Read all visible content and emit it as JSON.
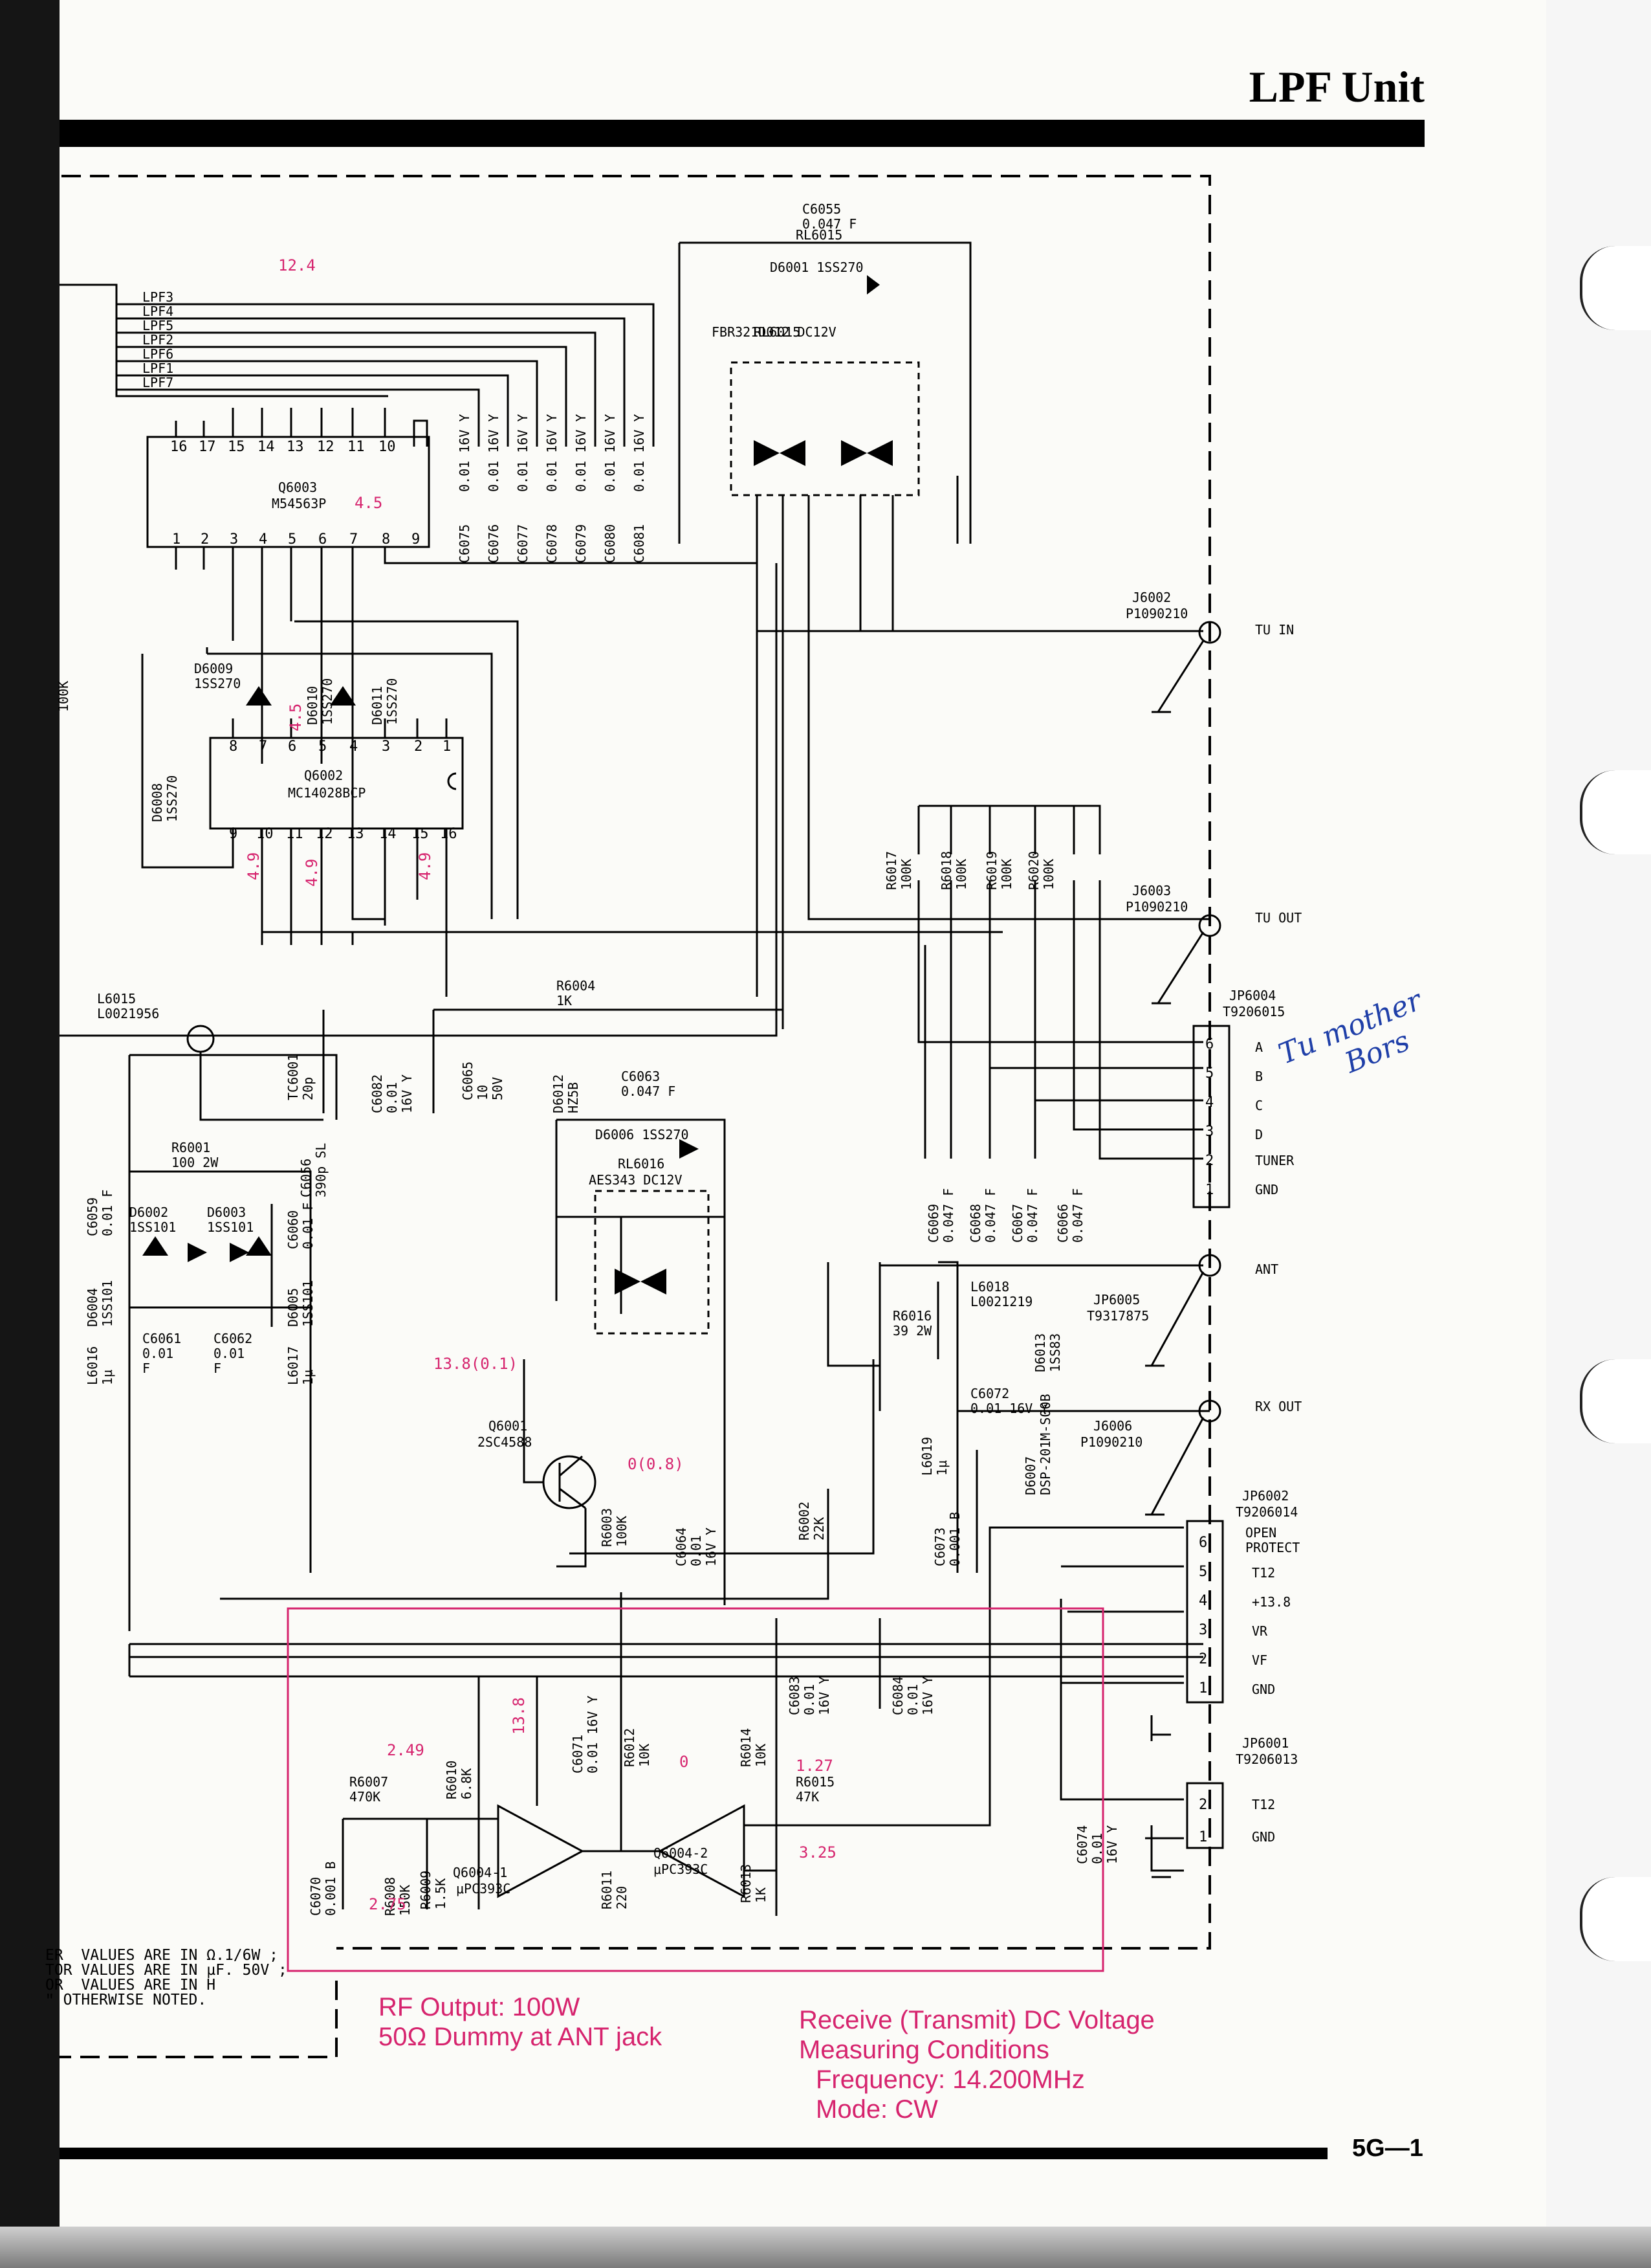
{
  "header": {
    "title": "LPF Unit",
    "page_number": "5G—1"
  },
  "lpf_bus": [
    "LPF3",
    "LPF4",
    "LPF5",
    "LPF2",
    "LPF6",
    "LPF1",
    "LPF7"
  ],
  "ics": {
    "q6003": {
      "ref": "Q6003",
      "part": "M54563P"
    },
    "q6002": {
      "ref": "Q6002",
      "part": "MC14028BCP"
    },
    "q6004_1": {
      "ref": "Q6004-1",
      "part": "μPC393C"
    },
    "q6004_2": {
      "ref": "Q6004-2",
      "part": "μPC393C"
    },
    "q6001": {
      "ref": "Q6001",
      "part": "2SC4588"
    }
  },
  "decoupling_caps": [
    "C6075",
    "C6076",
    "C6077",
    "C6078",
    "C6079",
    "C6080",
    "C6081"
  ],
  "decoupling_value": "0.01 16V Y",
  "relays": {
    "rl6015": {
      "ref": "RL6015",
      "part": "FBR321D012 DC12V"
    },
    "rl6016": {
      "ref": "RL6016",
      "part": "AES343 DC12V"
    }
  },
  "components": {
    "c6055": "C6055\n0.047 F",
    "d6001": "D6001 1SS270",
    "d6009": "D6009\n1SS270",
    "d6010": "D6010\n1SS270",
    "d6011": "D6011\n1SS270",
    "d6008": "D6008\n1SS270",
    "r100k": "100K",
    "r6004": "R6004\n1K",
    "l6015": "L6015\nL0021956",
    "tc6001": "TC6001\n20p",
    "c6056": "C6056\n390p SL",
    "c6082": "C6082\n0.01\n16V Y",
    "c6065": "C6065\n10\n50V",
    "d6012": "D6012\nHZ5B",
    "c6063": "C6063\n0.047 F",
    "d6006": "D6006 1SS270",
    "r6001": "R6001\n100 2W",
    "c6059": "C6059\n0.01 F",
    "d6002": "D6002\n1SS101",
    "d6003": "D6003\n1SS101",
    "c6060": "C6060\n0.01 F",
    "d6004": "D6004\n1SS101",
    "d6005": "D6005\n1SS101",
    "c6061": "C6061\n0.01\nF",
    "c6062": "C6062\n0.01\nF",
    "l6016": "L6016\n1µ",
    "l6017": "L6017\n1µ",
    "r6017": "R6017\n100K",
    "r6018": "R6018\n100K",
    "r6019": "R6019\n100K",
    "r6020": "R6020\n100K",
    "c6069": "C6069\n0.047 F",
    "c6068": "C6068\n0.047 F",
    "c6067": "C6067\n0.047 F",
    "c6066": "C6066\n0.047 F",
    "l6018": "L6018\nL0021219",
    "r6016": "R6016\n39 2W",
    "d6013": "D6013\n1SS83",
    "c6072": "C6072\n0.01 16V Y",
    "l6019": "L6019\n1µ",
    "d6007": "D6007\nDSP-201M-S00B",
    "c6073": "C6073\n0.001 B",
    "r6003": "R6003\n100K",
    "c6064": "C6064\n0.01\n16V Y",
    "r6002": "R6002\n22K",
    "r6010": "R6010\n6.8K",
    "c6071": "C6071\n0.01 16V Y",
    "r6012": "R6012\n10K",
    "r6014": "R6014\n10K",
    "c6083": "C6083\n0.01\n16V Y",
    "c6084": "C6084\n0.01\n16V Y",
    "r6007": "R6007\n470K",
    "r6015": "R6015\n47K",
    "r6008": "R6008\n150K",
    "r6009": "R6009\n1.5K",
    "r6011": "R6011\n220",
    "r6013": "R6013\n1K",
    "c6070": "C6070\n0.001 B",
    "c6074": "C6074\n0.01\n16V Y"
  },
  "connectors": {
    "j6002": {
      "ref": "J6002",
      "part": "P1090210",
      "label": "TU IN"
    },
    "j6003": {
      "ref": "J6003",
      "part": "P1090210",
      "label": "TU OUT"
    },
    "jp6004": {
      "ref": "JP6004",
      "part": "T9206015",
      "pins": [
        "A",
        "B",
        "C",
        "D",
        "TUNER",
        "GND"
      ]
    },
    "ant": {
      "label": "ANT"
    },
    "jp6005": {
      "ref": "JP6005",
      "part": "T9317875"
    },
    "j6006": {
      "ref": "J6006",
      "part": "P1090210",
      "label": "RX OUT"
    },
    "jp6002": {
      "ref": "JP6002",
      "part": "T9206014",
      "pins": [
        "OPEN\nPROTECT",
        "T12",
        "+13.8",
        "VR",
        "VF",
        "GND"
      ]
    },
    "jp6001": {
      "ref": "JP6001",
      "part": "T9206013",
      "pins": [
        "T12",
        "GND"
      ]
    }
  },
  "voltages": [
    "12.4",
    "4.5",
    "4.5",
    "4.9",
    "4.9",
    "4.9",
    "13.8(0.1)",
    "0(0.8)",
    "13.8",
    "2.49",
    "2.75",
    "1.27",
    "3.25",
    "0"
  ],
  "notes": "ER  VALUES ARE IN Ω.1/6W ;\nTOR VALUES ARE IN µF. 50V ;\nOR  VALUES ARE IN H\nʺ OTHERWISE NOTED.",
  "measurement": {
    "rf_output": "RF Output: 100W",
    "dummy": "50Ω Dummy at ANT jack",
    "heading": "Receive (Transmit) DC Voltage",
    "heading2": "Measuring Conditions",
    "frequency": "Frequency: 14.200MHz",
    "mode": "Mode:  CW"
  },
  "handwriting": [
    "Tu mother",
    "Bors"
  ],
  "colors": {
    "ink": "#000000",
    "annotation": "#d6246e",
    "pen": "#1f3fa8"
  }
}
